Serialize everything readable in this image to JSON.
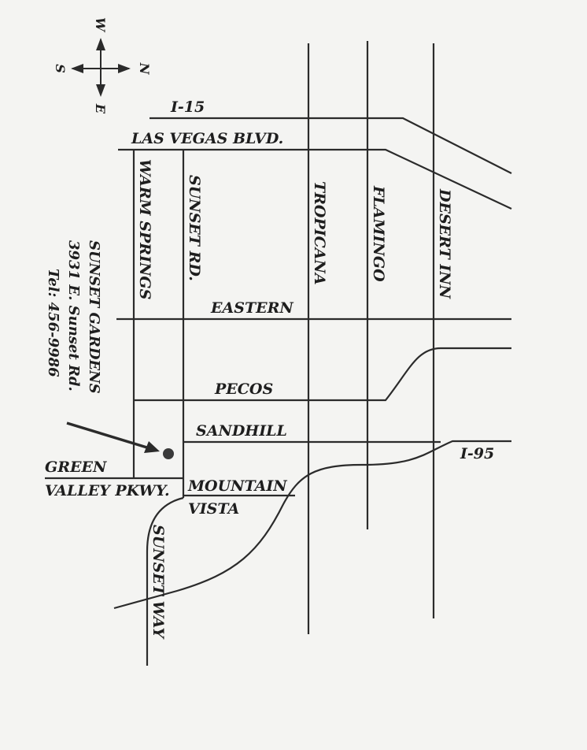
{
  "compass": {
    "north": "N",
    "south": "S",
    "east": "E",
    "west": "W"
  },
  "venue": {
    "name": "SUNSET GARDENS",
    "address": "3931 E. Sunset Rd.",
    "phone": "Tel: 456-9986"
  },
  "streets": {
    "i15": "I-15",
    "las_vegas_blvd": "LAS VEGAS BLVD.",
    "warm_springs": "WARM SPRINGS",
    "sunset_rd": "SUNSET RD.",
    "tropicana": "TROPICANA",
    "flamingo": "FLAMINGO",
    "desert_inn": "DESERT INN",
    "eastern": "EASTERN",
    "pecos": "PECOS",
    "sandhill": "SANDHILL",
    "i95": "I-95",
    "green": "GREEN",
    "valley_pkwy": "VALLEY PKWY.",
    "mountain": "MOUNTAIN",
    "vista": "VISTA",
    "sunset_way": "SUNSET WAY"
  },
  "colors": {
    "ink": "#2b2b2b",
    "paper": "#f4f4f2"
  }
}
